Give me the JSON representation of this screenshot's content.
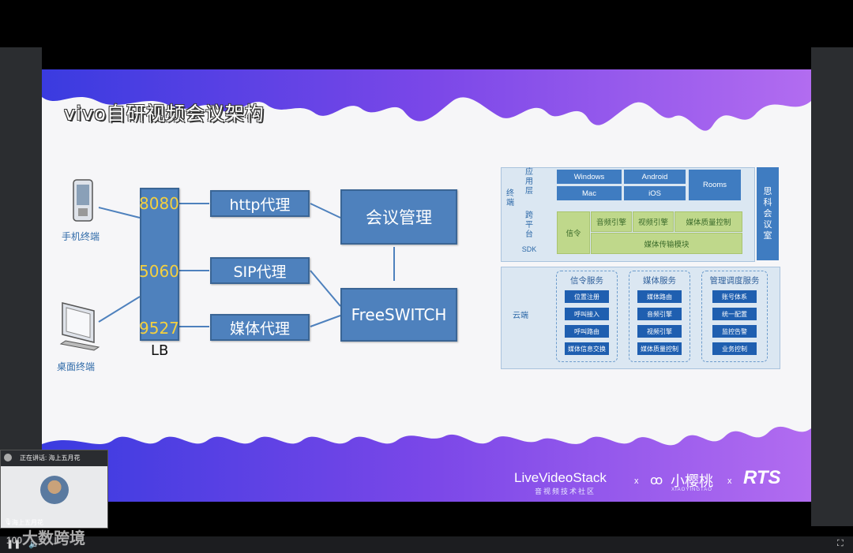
{
  "slide": {
    "title": "vivo自研视频会议架构",
    "left_diagram": {
      "terminals": [
        "手机终端",
        "桌面终端"
      ],
      "ports": [
        "8080",
        "5060",
        "9527"
      ],
      "lb_label": "LB",
      "proxies": [
        "http代理",
        "SIP代理",
        "媒体代理"
      ],
      "meeting_mgmt": "会议管理",
      "freeswitch": "FreeSWITCH"
    },
    "right_diagram": {
      "terminal_label": "终端",
      "app_layer_label": "应用层",
      "sdk_label": "跨平台",
      "sdk_sub": "SDK",
      "apps": [
        "Windows",
        "Android",
        "Mac",
        "iOS",
        "Rooms"
      ],
      "signaling": "信令",
      "sdk_modules": [
        "音频引擎",
        "视频引擎",
        "媒体质量控制"
      ],
      "transport": "媒体传输模块",
      "room_label": "思科会议室",
      "cloud_label": "云端",
      "services": [
        {
          "title": "信令服务",
          "items": [
            "位置注册",
            "呼叫接入",
            "呼叫路由",
            "媒体信息交换"
          ]
        },
        {
          "title": "媒体服务",
          "items": [
            "媒体路由",
            "音频引擎",
            "视频引擎",
            "媒体质量控制"
          ]
        },
        {
          "title": "管理调度服务",
          "items": [
            "账号体系",
            "统一配置",
            "监控告警",
            "业务控制"
          ]
        }
      ]
    },
    "footer": {
      "brand1": "LiveVideoStack",
      "brand1_sub": "音视频技术社区",
      "sep": "x",
      "brand2": "小樱桃",
      "brand2_sub": "XIAOYINGTAO",
      "brand3": "RTS"
    }
  },
  "pip": {
    "speaking_label": "正在讲话: 海上五月花",
    "user_name": "海上五月花"
  },
  "player": {
    "watermark": "大数跨境",
    "watermark_prefix": "100"
  }
}
